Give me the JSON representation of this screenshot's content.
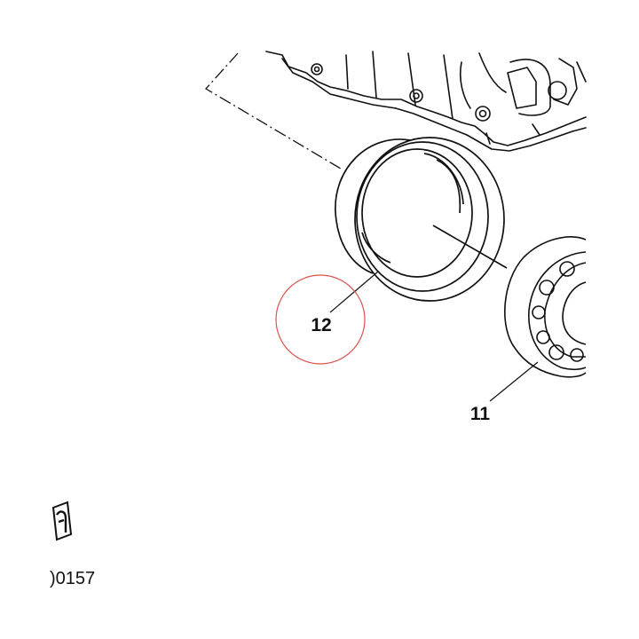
{
  "diagram": {
    "callouts": {
      "item_12": "12",
      "item_11": "11"
    },
    "document_number": ")0157",
    "highlight_color": "#d9534f",
    "line_color": "#111111",
    "icons": {
      "corner_logo": "manufacturer-logo-icon",
      "engine_block": "engine-block-icon",
      "seal": "crankshaft-seal-icon",
      "bearing": "roller-bearing-icon"
    }
  }
}
